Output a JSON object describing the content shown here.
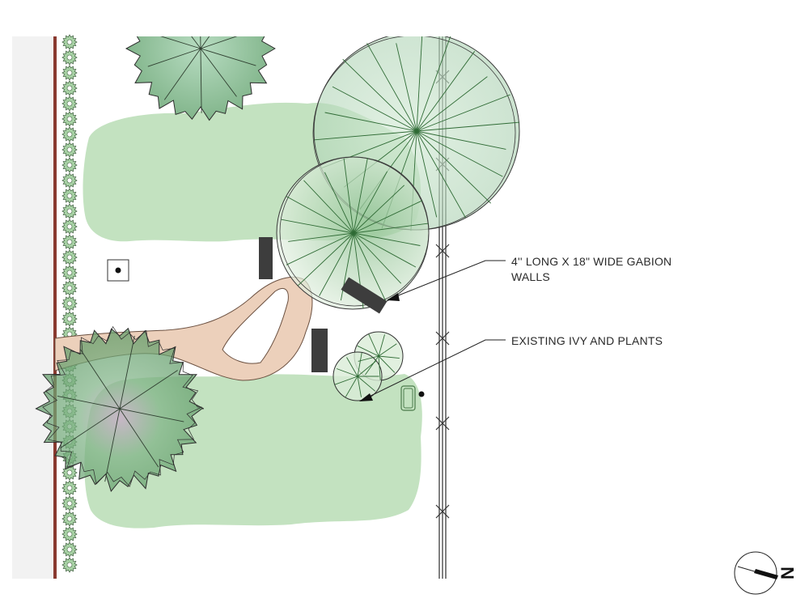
{
  "callouts": {
    "gabion_line1": "4'' LONG X 18\" WIDE GABION",
    "gabion_line2": "WALLS",
    "ivy": "EXISTING IVY AND PLANTS"
  },
  "north_arrow": {
    "letter": "N"
  },
  "colors": {
    "lawn": "#c3e2c0",
    "path": "#ecd0bb",
    "sidewalk": "#f2f2f2",
    "property_line": "#8a3a30",
    "tree_canopy": "#8fc49a",
    "gabion": "#3d3d3d"
  },
  "icons": [
    "tree-icon",
    "shrub-icon",
    "utility-box-icon",
    "north-arrow-icon"
  ]
}
